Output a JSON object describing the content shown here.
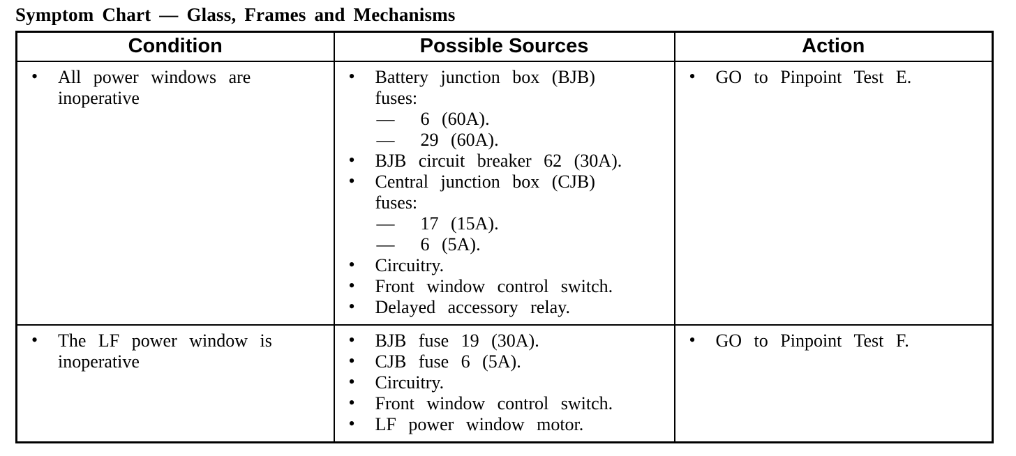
{
  "page": {
    "title": "Symptom Chart — Glass, Frames and Mechanisms"
  },
  "icons": {
    "bullet": "•",
    "dash": "—"
  },
  "colors": {
    "text": "#000000",
    "border": "#000000",
    "background": "#ffffff"
  },
  "table": {
    "columns": [
      "Condition",
      "Possible Sources",
      "Action"
    ],
    "rows": [
      {
        "condition": [
          {
            "text": "All power windows are\ninoperative"
          }
        ],
        "sources": [
          {
            "text": "Battery junction box (BJB)\nfuses:",
            "subs": [
              "6 (60A).",
              "29 (60A)."
            ]
          },
          {
            "text": "BJB circuit breaker 62 (30A)."
          },
          {
            "text": "Central junction box (CJB)\nfuses:",
            "subs": [
              "17 (15A).",
              "6 (5A)."
            ]
          },
          {
            "text": "Circuitry."
          },
          {
            "text": "Front window control switch."
          },
          {
            "text": "Delayed accessory relay."
          }
        ],
        "action": [
          {
            "text": "GO to Pinpoint Test E."
          }
        ]
      },
      {
        "condition": [
          {
            "text": "The LF power window is\ninoperative"
          }
        ],
        "sources": [
          {
            "text": "BJB fuse 19 (30A)."
          },
          {
            "text": "CJB fuse 6 (5A)."
          },
          {
            "text": "Circuitry."
          },
          {
            "text": "Front window control switch."
          },
          {
            "text": "LF power window motor."
          }
        ],
        "action": [
          {
            "text": "GO to Pinpoint Test F."
          }
        ]
      }
    ]
  }
}
